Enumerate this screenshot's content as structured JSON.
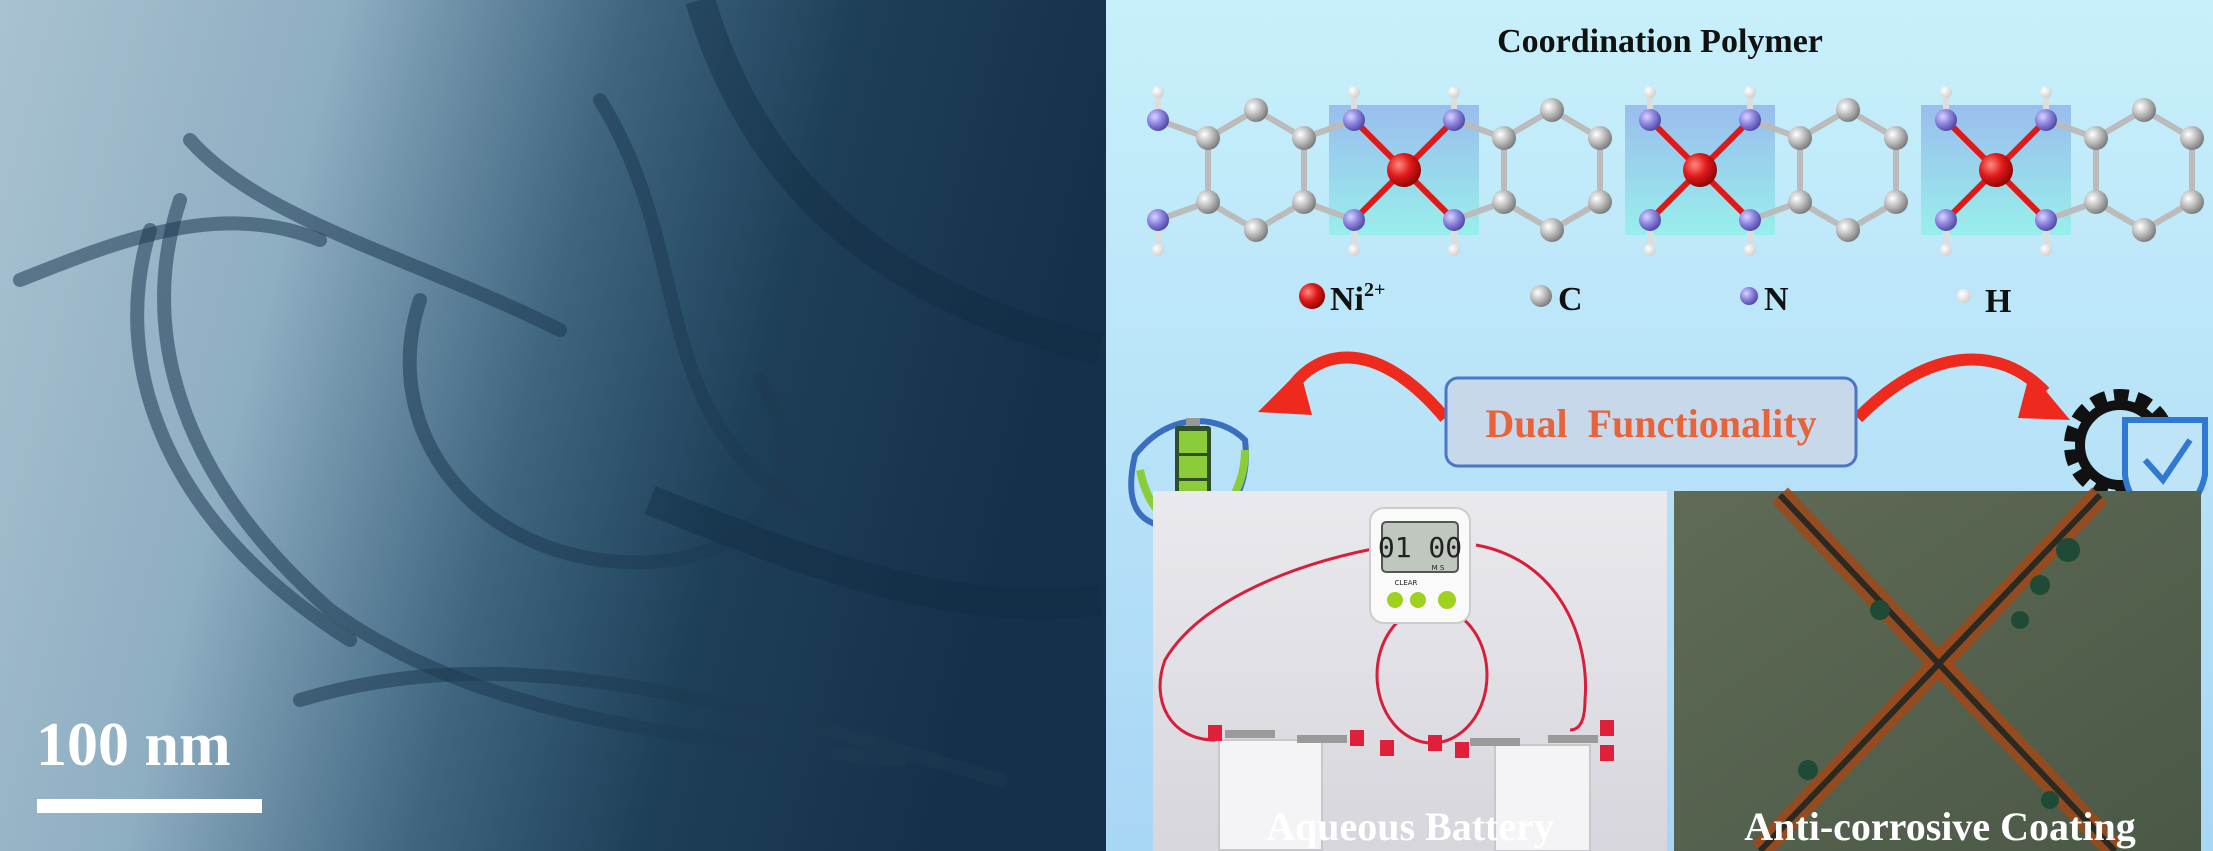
{
  "tem_panel": {
    "scale_bar_label": "100 nm"
  },
  "structure": {
    "title": "Coordination Polymer",
    "legend": [
      {
        "label": "Ni",
        "superscript": "2+",
        "color": "#e01818"
      },
      {
        "label": "C",
        "color": "#b8b8b8"
      },
      {
        "label": "N",
        "color": "#8c84e0"
      },
      {
        "label": "H",
        "color": "#ffffff"
      }
    ]
  },
  "center_label": "Dual  Functionality",
  "applications": {
    "battery": {
      "caption": "Aqueous Battery",
      "timer_display": "01 00",
      "timer_clear": "CLEAR",
      "timer_units": "M  S",
      "icon": "battery-leaf-icon"
    },
    "coating": {
      "caption": "Anti-corrosive Coating",
      "icon": "gear-shield-icon"
    }
  },
  "colors": {
    "accent_red": "#ee2a1f",
    "label_orange": "#e8623a",
    "panel_bg": "#bfe6f8"
  }
}
